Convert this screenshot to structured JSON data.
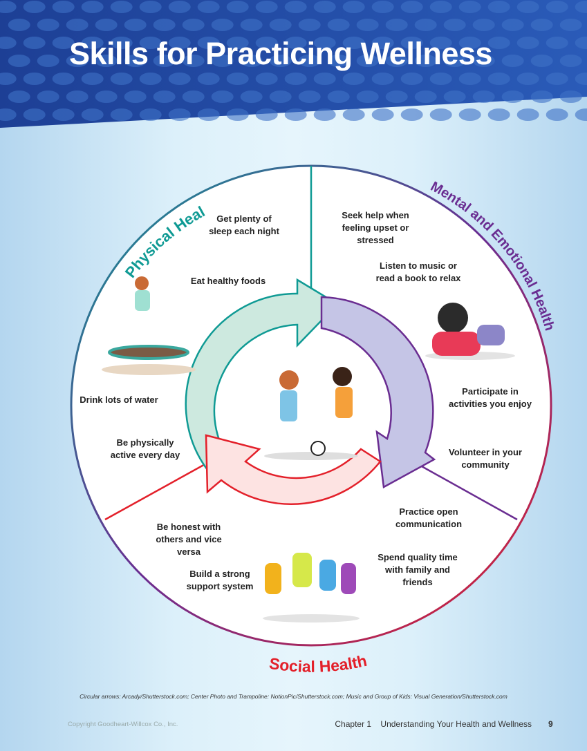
{
  "title": "Skills for Practicing Wellness",
  "sections": {
    "physical": {
      "label": "Physical Health",
      "color": "#0f9a94"
    },
    "mental": {
      "label": "Mental and Emotional Health",
      "color": "#6a2d91"
    },
    "social": {
      "label": "Social Health",
      "color": "#e3202a"
    }
  },
  "physical_items": [
    "Get plenty of sleep each night",
    "Eat healthy foods",
    "Drink lots of water",
    "Be physically active every day"
  ],
  "mental_items": [
    "Seek help when feeling upset or stressed",
    "Listen to music or read a book to relax",
    "Participate in activities you enjoy",
    "Volunteer in your community"
  ],
  "social_items": [
    "Practice open communication",
    "Spend quality time with family and friends",
    "Be honest with others and vice versa",
    "Build a strong support system"
  ],
  "credit": "Circular arrows: Arcady/Shutterstock.com; Center Photo and Trampoline: NotionPic/Shutterstock.com; Music and Group of Kids: Visual Generation/Shutterstock.com",
  "footer": {
    "copyright": "Copyright Goodheart-Willcox Co., Inc.",
    "chapter": "Chapter 1    Understanding Your Health and Wellness",
    "page": "9"
  }
}
